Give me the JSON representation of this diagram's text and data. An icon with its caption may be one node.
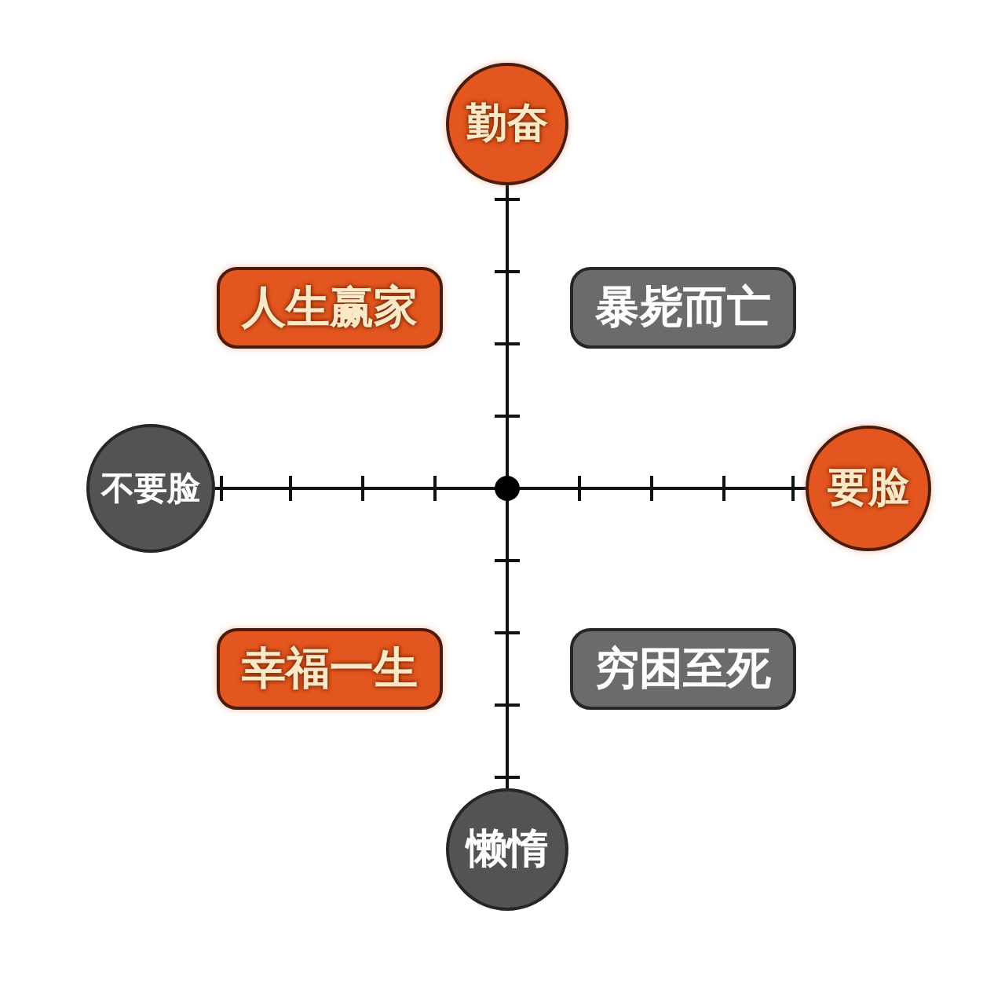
{
  "diagram": {
    "nodes": [
      {
        "text": [
          "勤奋"
        ]
      },
      {
        "text": [
          "人生赢家"
        ]
      },
      {
        "text": [
          "暴毙而亡"
        ]
      },
      {
        "text": [
          "不要脸"
        ]
      },
      {
        "text": [
          "要脸"
        ]
      },
      {
        "text": [
          "幸福一生"
        ]
      },
      {
        "text": [
          "穷困至死"
        ]
      },
      {
        "text": [
          "懒惰"
        ]
      }
    ]
  }
}
